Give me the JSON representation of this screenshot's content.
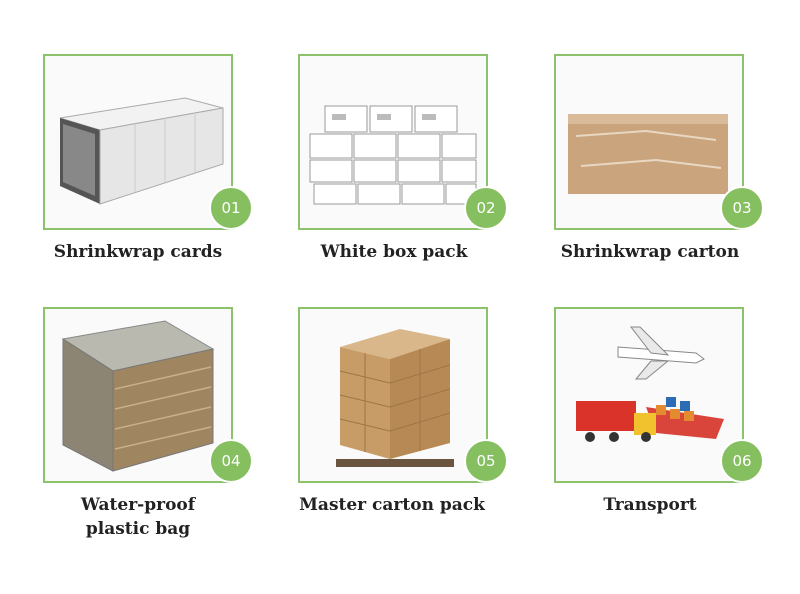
{
  "items": [
    {
      "number": "01",
      "label": "Shrinkwrap cards",
      "icon": "shrinkwrapped-card-stack-image"
    },
    {
      "number": "02",
      "label": "White box pack",
      "icon": "stacked-white-boxes-image"
    },
    {
      "number": "03",
      "label": "Shrinkwrap carton",
      "icon": "shrinkwrapped-carton-image"
    },
    {
      "number": "04",
      "label": "Water-proof plastic bag",
      "icon": "plastic-wrapped-carton-image"
    },
    {
      "number": "05",
      "label": "Master carton pack",
      "icon": "palletized-cartons-image"
    },
    {
      "number": "06",
      "label": "Transport",
      "icon": "transport-vehicles-image"
    }
  ],
  "colors": {
    "accent": "#86bf5f",
    "border": "#8cc26a"
  }
}
